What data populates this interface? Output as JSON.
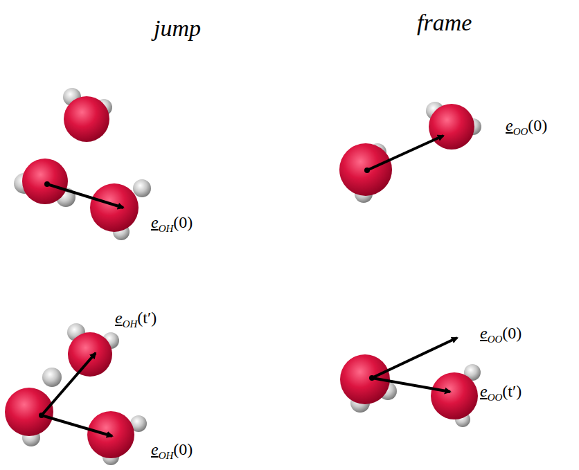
{
  "diagram": {
    "labels": [
      "jump",
      "frame",
      "eOH(0)",
      "eOH(t′)",
      "eOH(0)",
      "eOO(0)",
      "eOO(0)",
      "eOO(t′)"
    ]
  }
}
